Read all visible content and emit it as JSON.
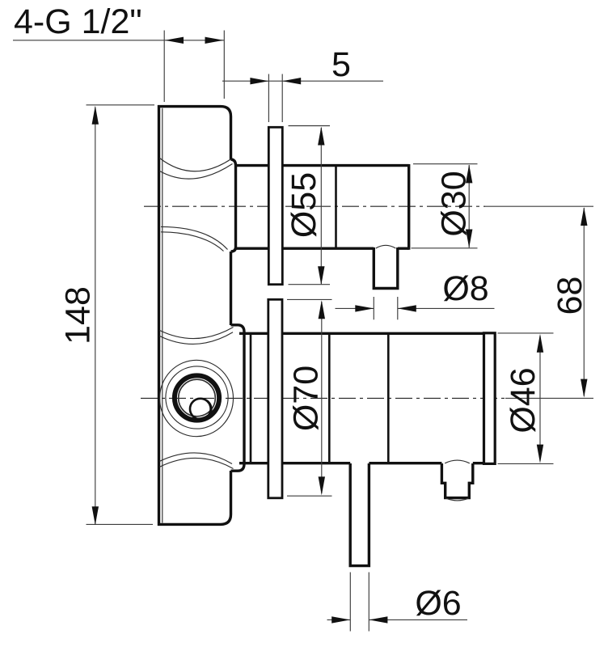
{
  "drawing": {
    "callout": "4-G 1/2\"",
    "dims": {
      "plate_height": "148",
      "trim_thickness": "5",
      "upper_trim_dia": "Ø55",
      "upper_body_dia": "Ø30",
      "pin_dia": "Ø8",
      "axis_distance": "68",
      "lower_trim_dia": "Ø70",
      "lower_body_dia": "Ø46",
      "spindle_dia": "Ø6"
    },
    "colors": {
      "ink": "#111111",
      "thin_line": "#3c3c3c",
      "background": "#ffffff"
    }
  }
}
